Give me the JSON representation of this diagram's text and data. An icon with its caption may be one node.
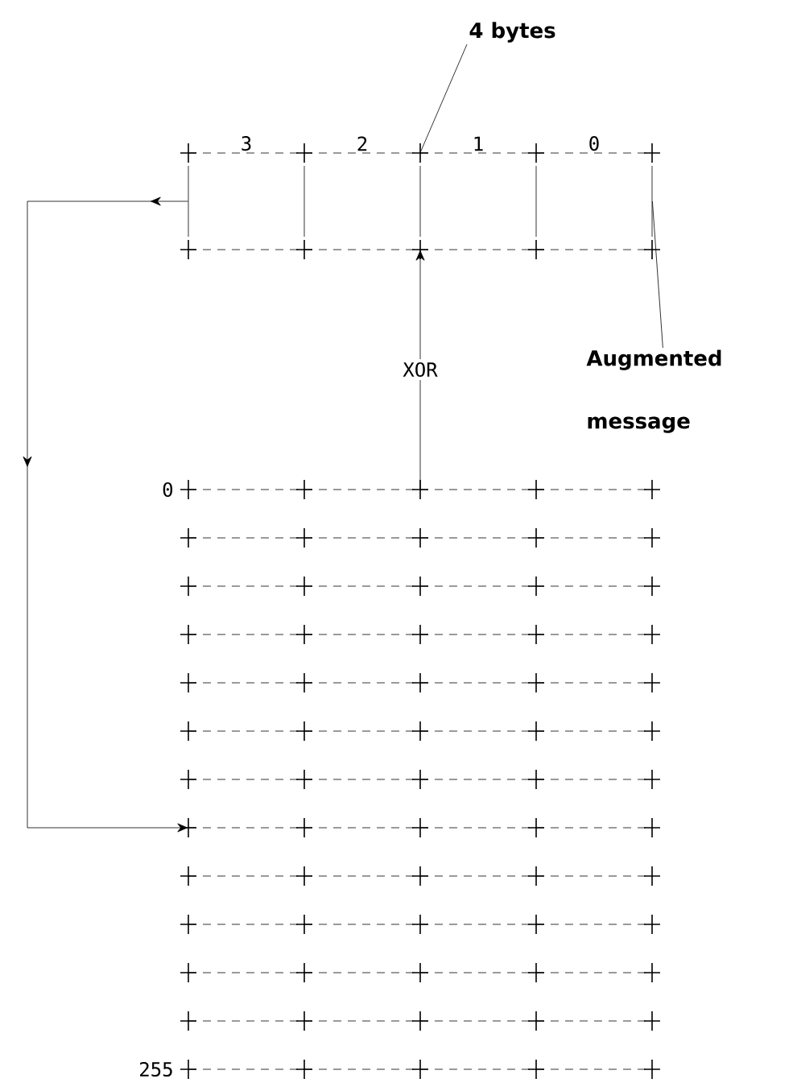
{
  "diagram": {
    "nodes": [
      {
        "text": [
          "4 bytes"
        ]
      },
      {
        "text": [],
        "shape": "box"
      },
      {
        "text": [
          "3"
        ],
        "in": 1
      },
      {
        "text": [
          "2"
        ],
        "in": 1
      },
      {
        "text": [
          "1"
        ],
        "in": 1
      },
      {
        "text": [
          "0"
        ],
        "in": 1
      },
      {
        "text": [
          "Augmented message"
        ]
      },
      {
        "text": [],
        "shape": "box",
        "beside": [
          "0",
          "255"
        ]
      }
    ],
    "edges": [
      {
        "from": 0,
        "to": 1,
        "arrow": "none"
      },
      {
        "from": 6,
        "to": 1,
        "arrow": "none"
      },
      {
        "from": 7,
        "to": 1,
        "arrow": "to",
        "label": "XOR"
      },
      {
        "from": 1,
        "to": 7,
        "arrow": "to"
      }
    ]
  }
}
